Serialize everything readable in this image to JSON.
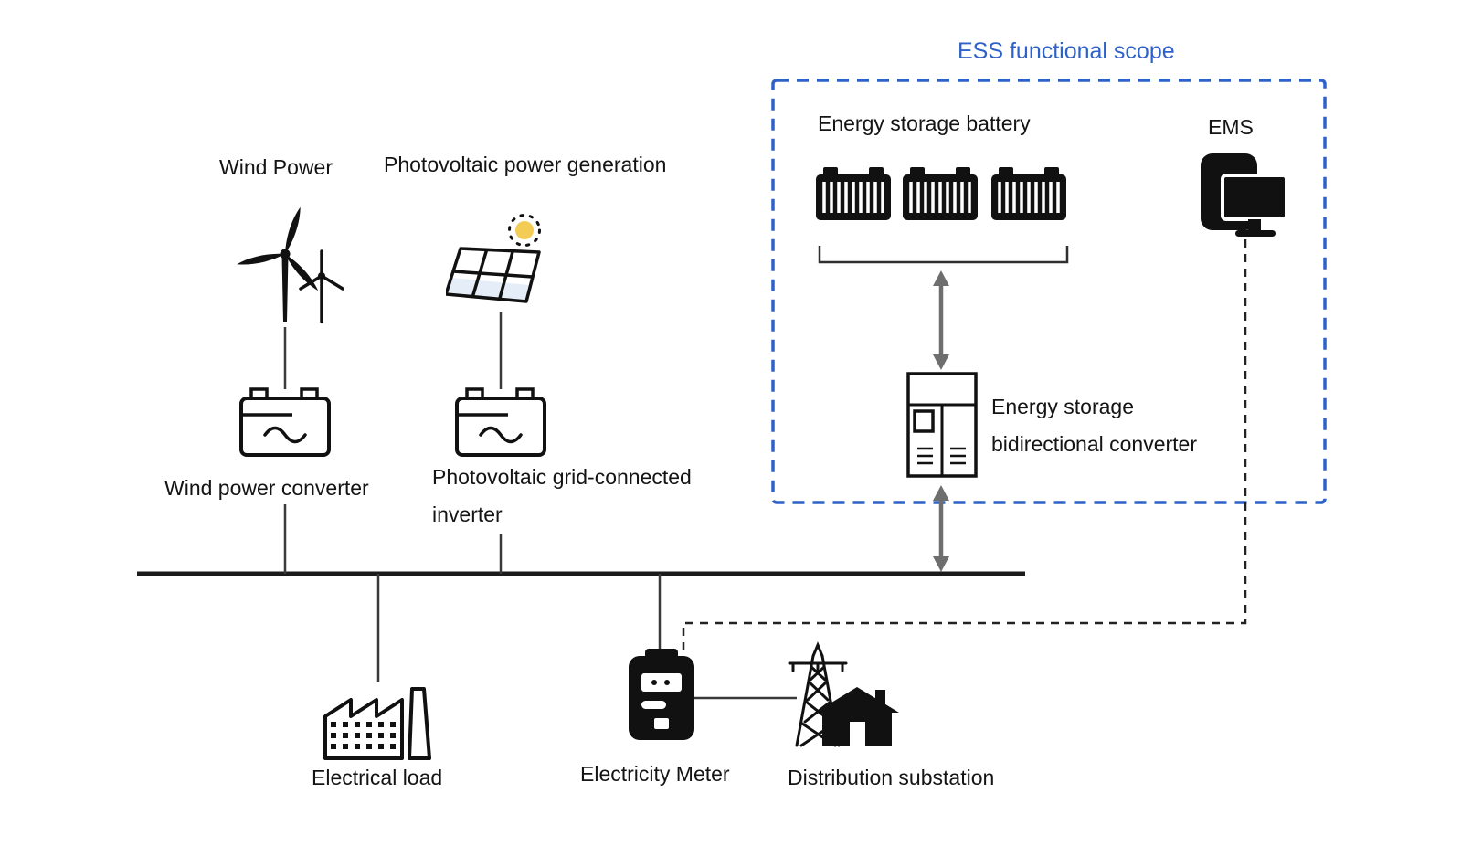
{
  "diagram": {
    "scope": {
      "title": "ESS functional scope"
    },
    "generation": {
      "wind_label": "Wind Power",
      "pv_label": "Photovoltaic power generation",
      "wind_converter_label": "Wind power converter",
      "pv_inverter_label_line1": "Photovoltaic grid-connected",
      "pv_inverter_label_line2": "inverter"
    },
    "storage": {
      "battery_label": "Energy storage battery",
      "ems_label": "EMS",
      "converter_label_line1": "Energy storage",
      "converter_label_line2": "bidirectional converter"
    },
    "grid": {
      "load_label": "Electrical load",
      "meter_label": "Electricity Meter",
      "substation_label": "Distribution substation"
    },
    "icons": {
      "wind-turbine-icon": "three-blade wind turbines",
      "solar-panel-icon": "tilted pv panel with sun",
      "ac-converter-icon": "converter box with sine symbol",
      "battery-pack-icon": "striped storage battery module",
      "ems-terminal-icon": "monitor terminal",
      "bidirectional-converter-icon": "converter cabinet",
      "factory-icon": "factory with chimney",
      "electricity-meter-icon": "electric meter",
      "transmission-tower-icon": "lattice pylon",
      "substation-house-icon": "substation building"
    },
    "colors": {
      "scope_blue": "#2e62c9",
      "ink": "#141414",
      "arrow_gray": "#6e6e6e",
      "sun_yellow": "#f3cc55"
    }
  }
}
